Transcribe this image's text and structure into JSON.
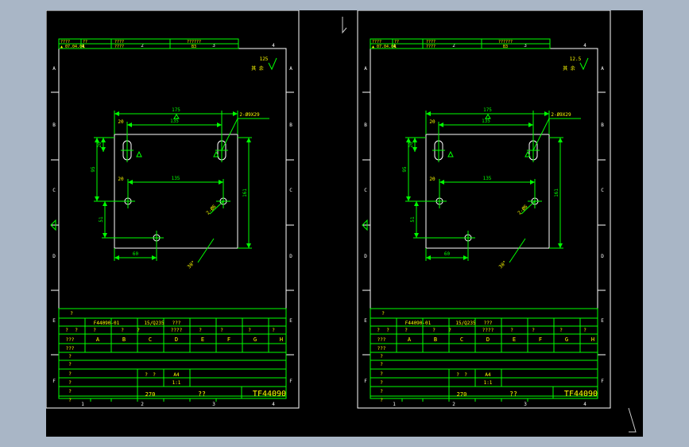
{
  "sheets": [
    {
      "id": "left",
      "top_zone_labels": [
        "1",
        "2",
        "3",
        "4"
      ],
      "side_zone_labels": [
        "A",
        "B",
        "C",
        "D",
        "E",
        "F"
      ],
      "header_row1": [
        "????",
        "??",
        "????",
        "??????"
      ],
      "header_row2": [
        "▲ 07.04.06",
        "1",
        "????",
        "B3"
      ],
      "roughness_value": "125",
      "roughness_text": "其 余",
      "dims": {
        "top_width": "175",
        "inner_top": "135",
        "left_offset": "20",
        "slot_callout": "2-Ø9X29",
        "vert_slot": "20",
        "vert_mid": "95",
        "vert_right": "161",
        "mid_width": "135",
        "mid_left": "20",
        "low_vert": "51",
        "bottom_width": "60",
        "hole_callout": "2-Ø6",
        "angle": "30°"
      },
      "title_block": {
        "top_label": "?",
        "part_no": "F44090-01",
        "material": "15/Q235",
        "qty_label": "???",
        "row_marks": [
          "?",
          "?",
          "?",
          "?",
          "?",
          "????",
          "?",
          "?",
          "?",
          "?"
        ],
        "grid_letters": [
          "A",
          "B",
          "C",
          "D",
          "E",
          "F",
          "G",
          "H"
        ],
        "left_labels": [
          "???",
          "???",
          "?",
          "?",
          "?",
          "?",
          "?",
          "?",
          "?",
          "???",
          "?",
          "?"
        ],
        "scale_label_a": "?",
        "scale_label_b": "?",
        "paper_size": "A4",
        "scale": "1:1",
        "weight": "270",
        "name": "??",
        "drawing_no": "TF44090"
      }
    },
    {
      "id": "right",
      "top_zone_labels": [
        "1",
        "2",
        "3",
        "4"
      ],
      "side_zone_labels": [
        "A",
        "B",
        "C",
        "D",
        "E",
        "F"
      ],
      "header_row1": [
        "????",
        "??",
        "????",
        "??????"
      ],
      "header_row2": [
        "▲ 07.04.06",
        "1",
        "????",
        "B3"
      ],
      "roughness_value": "12.5",
      "roughness_text": "其 余",
      "dims": {
        "top_width": "175",
        "inner_top": "135",
        "left_offset": "20",
        "slot_callout": "2-Ø9X29",
        "vert_slot": "20",
        "vert_mid": "95",
        "vert_right": "161",
        "mid_width": "135",
        "mid_left": "20",
        "low_vert": "51",
        "bottom_width": "60",
        "hole_callout": "2-Ø6",
        "angle": "30°"
      },
      "title_block": {
        "top_label": "?",
        "part_no": "F44090-01",
        "material": "15/Q235",
        "qty_label": "???",
        "row_marks": [
          "?",
          "?",
          "?",
          "?",
          "?",
          "????",
          "?",
          "?",
          "?",
          "?"
        ],
        "grid_letters": [
          "A",
          "B",
          "C",
          "D",
          "E",
          "F",
          "G",
          "H"
        ],
        "left_labels": [
          "???",
          "???",
          "?",
          "?",
          "?",
          "?",
          "?",
          "?",
          "?",
          "???",
          "?",
          "?"
        ],
        "scale_label_a": "?",
        "scale_label_b": "?",
        "paper_size": "A4",
        "scale": "1:1",
        "weight": "270",
        "name": "??",
        "drawing_no": "TF44090"
      }
    }
  ],
  "colors": {
    "background": "#000000",
    "frame": "#ffffff",
    "geometry": "#00ff00",
    "dimension": "#00ff00",
    "text": "#ffff00",
    "titleblock_line": "#00ff00"
  }
}
